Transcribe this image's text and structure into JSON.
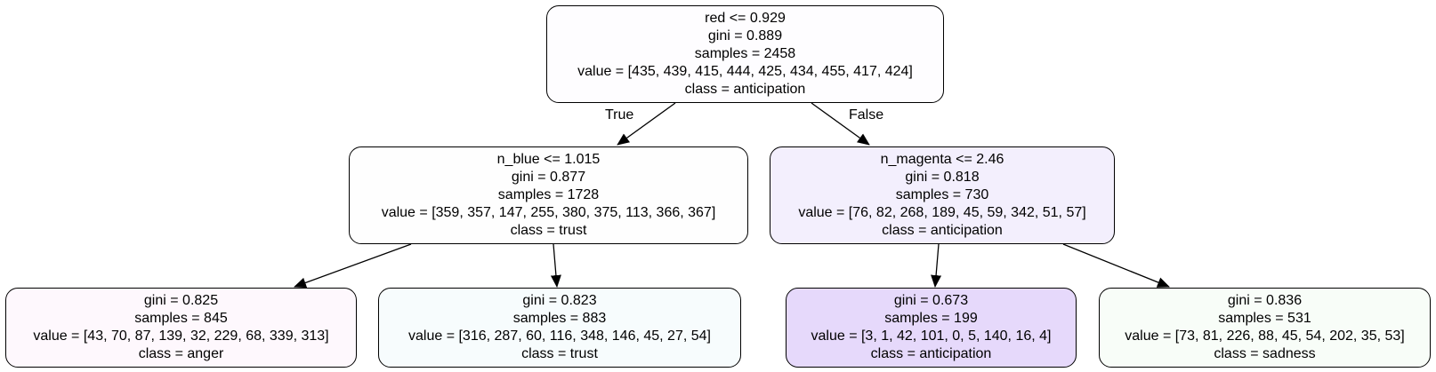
{
  "nodes": [
    {
      "split": "red <= 0.929",
      "gini": "gini = 0.889",
      "samples": "samples = 2458",
      "value": "value = [435, 439, 415, 444, 425, 434, 455, 417, 424]",
      "class": "class = anticipation",
      "fill": "#fefdff"
    },
    {
      "split": "n_blue <= 1.015",
      "gini": "gini = 0.877",
      "samples": "samples = 1728",
      "value": "value = [359, 357, 147, 255, 380, 375, 113, 366, 367]",
      "class": "class = trust",
      "fill": "#fefefe"
    },
    {
      "split": "n_magenta <= 2.46",
      "gini": "gini = 0.818",
      "samples": "samples = 730",
      "value": "value = [76, 82, 268, 189, 45, 59, 342, 51, 57]",
      "class": "class = anticipation",
      "fill": "#f3effd"
    },
    {
      "gini": "gini = 0.825",
      "samples": "samples = 845",
      "value": "value = [43, 70, 87, 139, 32, 229, 68, 339, 313]",
      "class": "class = anger",
      "fill": "#fef8fd"
    },
    {
      "gini": "gini = 0.823",
      "samples": "samples = 883",
      "value": "value = [316, 287, 60, 116, 348, 146, 45, 27, 54]",
      "class": "class = trust",
      "fill": "#f7fcfd"
    },
    {
      "gini": "gini = 0.673",
      "samples": "samples = 199",
      "value": "value = [3, 1, 42, 101, 0, 5, 140, 16, 4]",
      "class": "class = anticipation",
      "fill": "#e6d9fb"
    },
    {
      "gini": "gini = 0.836",
      "samples": "samples = 531",
      "value": "value = [73, 81, 226, 88, 45, 54, 202, 35, 53]",
      "class": "class = sadness",
      "fill": "#f8fdf8"
    }
  ],
  "edge_labels": {
    "true_label": "True",
    "false_label": "False"
  }
}
